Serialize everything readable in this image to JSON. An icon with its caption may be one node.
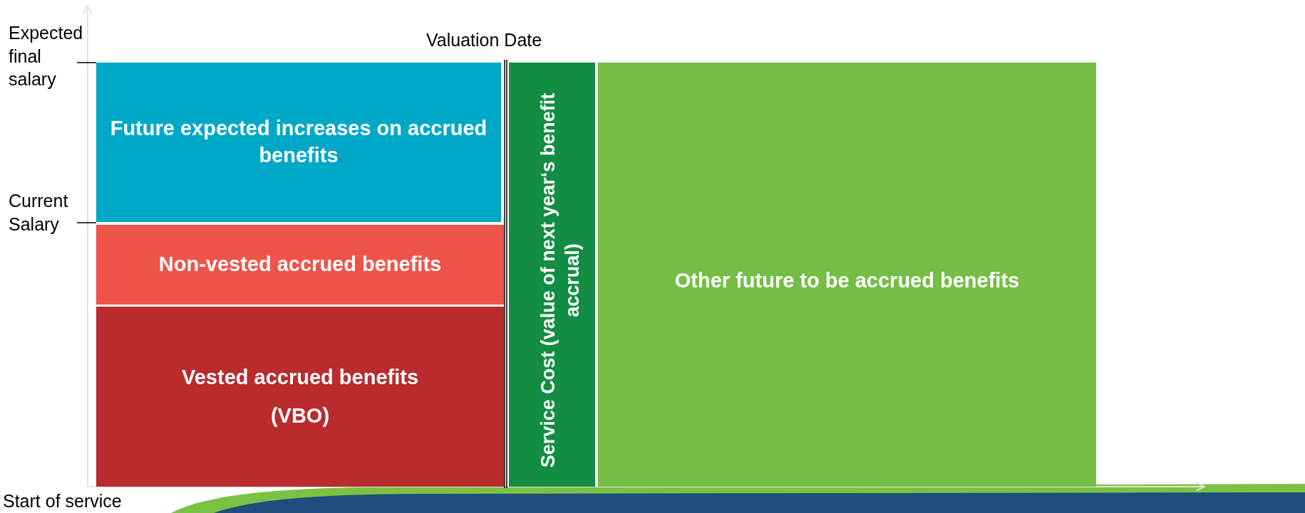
{
  "diagram": {
    "nodes": [
      {
        "text": [
          "Future expected increases on accrued benefits"
        ]
      },
      {
        "text": [
          "Non-vested accrued benefits"
        ]
      },
      {
        "text": [
          "Vested accrued benefits",
          "(VBO)"
        ]
      },
      {
        "text": [
          "Service Cost (value of next year‘s benefit accrual)"
        ]
      },
      {
        "text": [
          "Other future to be accrued benefits"
        ]
      }
    ],
    "labels": [
      "Expected final salary",
      "Current Salary",
      "Valuation Date",
      "Start of service"
    ]
  }
}
